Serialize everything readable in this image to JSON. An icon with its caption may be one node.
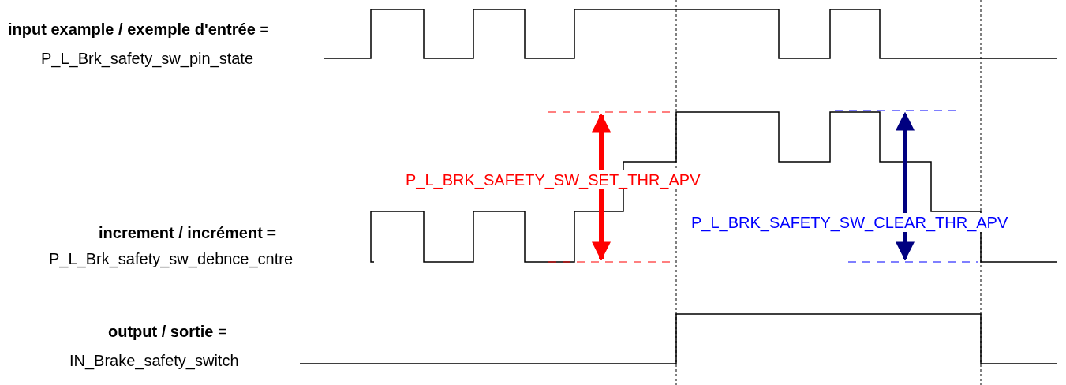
{
  "diagram": {
    "labels": [
      "**input example / exemple d'entrée** =",
      "P_L_Brk_safety_sw_pin_state",
      "P_L_BRK_SAFETY_SW_SET_THR_APV",
      "P_L_BRK_SAFETY_SW_CLEAR_THR_APV",
      "**increment / incrément** =",
      "P_L_Brk_safety_sw_debnce_cntre",
      "**output / sortie** =",
      "IN_Brake_safety_switch"
    ]
  }
}
